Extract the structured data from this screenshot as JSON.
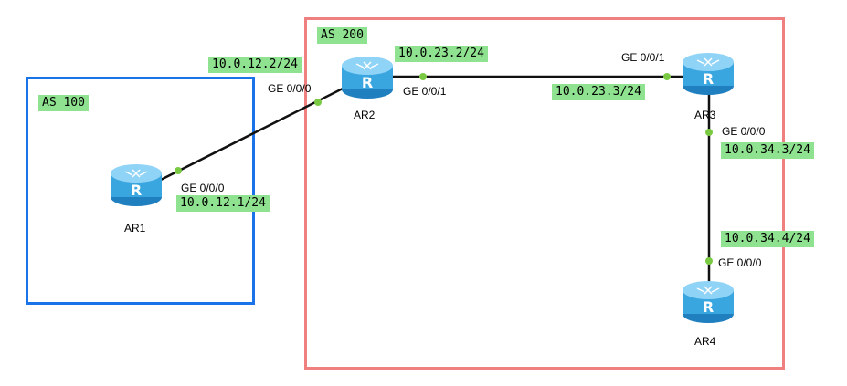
{
  "areas": {
    "as100": {
      "label": "AS 100"
    },
    "as200": {
      "label": "AS 200"
    }
  },
  "routers": {
    "ar1": {
      "label": "AR1",
      "icon": "router-icon"
    },
    "ar2": {
      "label": "AR2",
      "icon": "router-icon"
    },
    "ar3": {
      "label": "AR3",
      "icon": "router-icon"
    },
    "ar4": {
      "label": "AR4",
      "icon": "router-icon"
    }
  },
  "interfaces": {
    "ar1_ge000": {
      "port": "GE 0/0/0",
      "ip": "10.0.12.1/24"
    },
    "ar2_ge000": {
      "port": "GE 0/0/0",
      "ip": "10.0.12.2/24"
    },
    "ar2_ge001": {
      "port": "GE 0/0/1",
      "ip": "10.0.23.2/24"
    },
    "ar3_ge001": {
      "port": "GE 0/0/1",
      "ip": "10.0.23.3/24"
    },
    "ar3_ge000": {
      "port": "GE 0/0/0",
      "ip": "10.0.34.3/24"
    },
    "ar4_ge000": {
      "port": "GE 0/0/0",
      "ip": "10.0.34.4/24"
    }
  },
  "colors": {
    "as100_border": "#1a73e8",
    "as200_border": "#f07f7f",
    "ip_tag_bg": "#8fe28f",
    "link": "#111111",
    "port_dot": "#7ac943",
    "router_body": "#3aa6e0"
  }
}
